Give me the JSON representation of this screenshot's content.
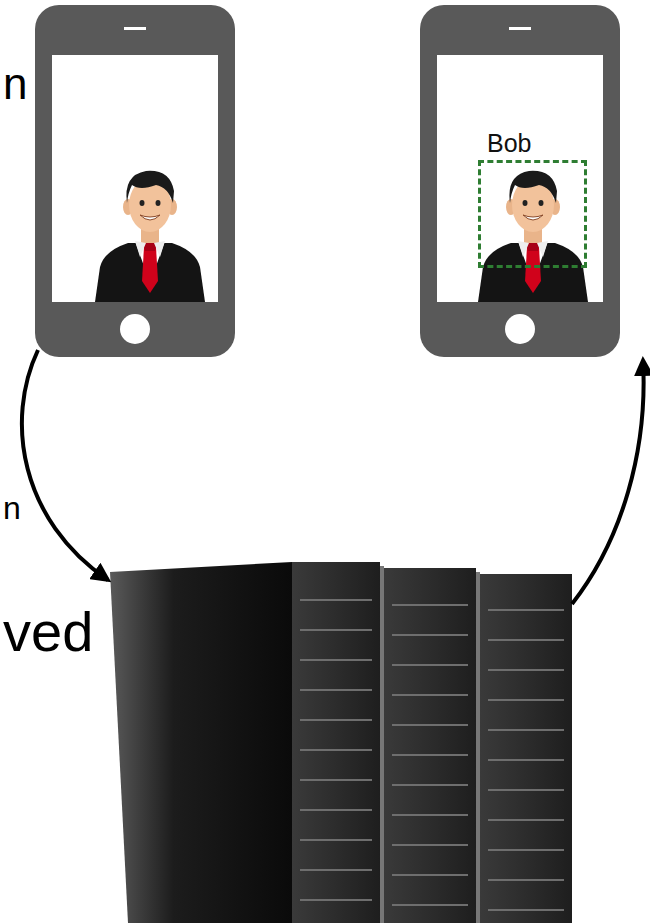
{
  "diagram": {
    "nodes": [
      {
        "text": [
          "Bob"
        ]
      }
    ],
    "labels": [
      "n",
      "n",
      "ved"
    ]
  }
}
